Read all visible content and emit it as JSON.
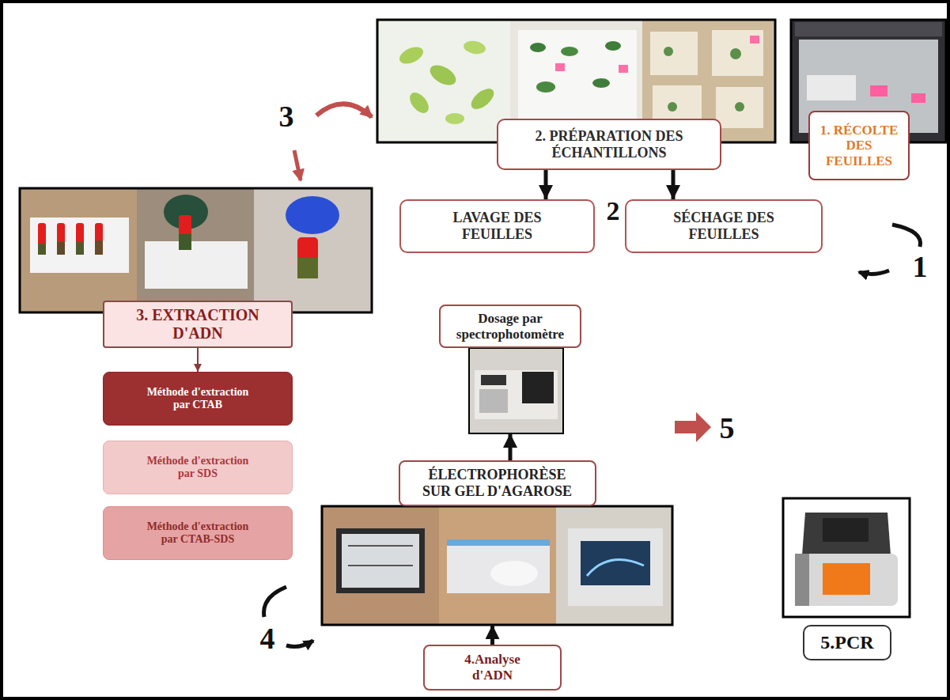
{
  "diagram": {
    "nodes": [
      {
        "text": [
          "1. RÉCOLTE DES FEUILLES"
        ]
      },
      {
        "text": [
          "2. PRÉPARATION DES ÉCHANTILLONS"
        ]
      },
      {
        "text": [
          "LAVAGE DES FEUILLES"
        ]
      },
      {
        "text": [
          "SÉCHAGE DES FEUILLES"
        ]
      },
      {
        "text": [
          "3. EXTRACTION D'ADN"
        ]
      },
      {
        "text": [
          "Méthode d'extraction par CTAB"
        ]
      },
      {
        "text": [
          "Méthode d'extraction par SDS"
        ]
      },
      {
        "text": [
          "Méthode d'extraction par CTAB-SDS"
        ]
      },
      {
        "text": [
          "Dosage par spectrophotomètre"
        ]
      },
      {
        "text": [
          "ÉLECTROPHORÈSE SUR GEL D'AGAROSE"
        ]
      },
      {
        "text": [
          "4.Analyse d'ADN"
        ]
      },
      {
        "text": [
          "5.PCR"
        ]
      }
    ],
    "edges": [
      {
        "from": 1,
        "to": 2,
        "arrow": "to"
      },
      {
        "from": 1,
        "to": 3,
        "arrow": "to"
      },
      {
        "from": 4,
        "to": 5,
        "arrow": "to"
      },
      {
        "from": 10,
        "to": 9,
        "arrow": "to"
      },
      {
        "from": 9,
        "to": 8,
        "arrow": "to"
      }
    ],
    "labels": [
      "3",
      "2",
      "1",
      "5",
      "4"
    ]
  }
}
